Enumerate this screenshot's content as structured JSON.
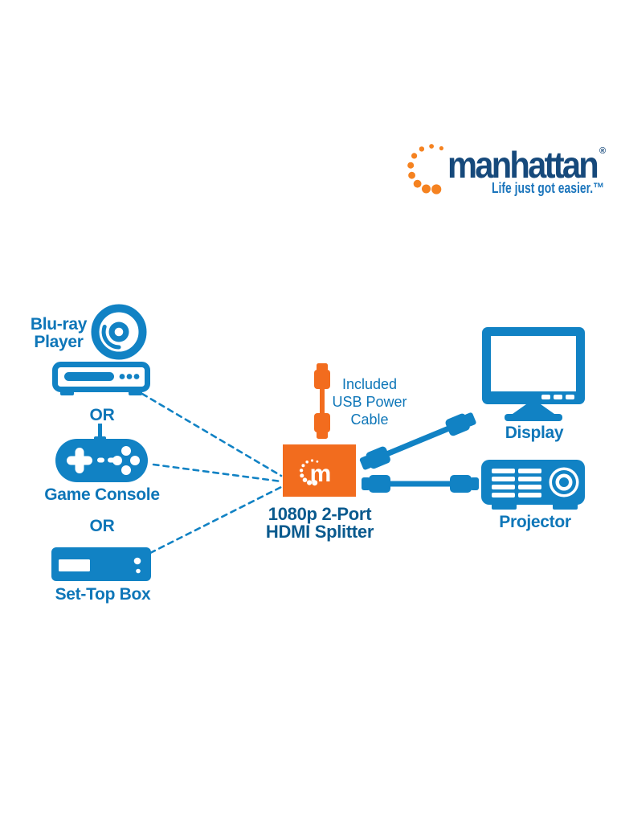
{
  "brand": {
    "wordmark": "manhattan",
    "registered_mark": "®",
    "tagline": "Life just got easier.™"
  },
  "colors": {
    "icon_blue": "#1182c4",
    "label_blue": "#0e76b8",
    "title_blue": "#0a5a8e",
    "brand_navy": "#16497b",
    "tagline_blue": "#1b75bc",
    "brand_orange": "#f58220",
    "device_orange": "#f26c1e",
    "background": "#ffffff"
  },
  "sources": {
    "bluray": {
      "label_line1": "Blu-ray",
      "label_line2": "Player"
    },
    "separator_1": "OR",
    "game_console": {
      "label": "Game Console"
    },
    "separator_2": "OR",
    "set_top_box": {
      "label": "Set-Top Box"
    }
  },
  "splitter": {
    "logo_letter": "m",
    "title_line1": "1080p 2-Port",
    "title_line2": "HDMI Splitter"
  },
  "usb_note": {
    "line1": "Included",
    "line2": "USB Power",
    "line3": "Cable"
  },
  "outputs": {
    "display": {
      "label": "Display"
    },
    "projector": {
      "label": "Projector"
    }
  }
}
